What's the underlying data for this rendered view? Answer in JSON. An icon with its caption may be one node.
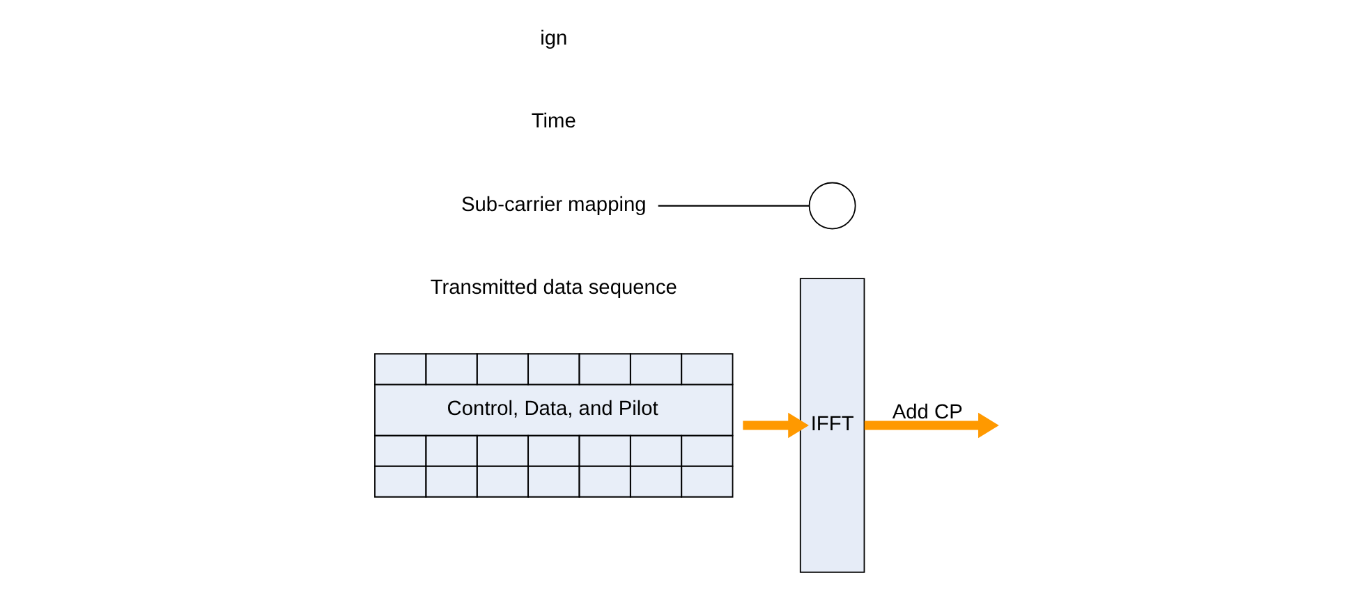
{
  "diagram": {
    "nodes": [
      {
        "text": [
          "Control, Data, and Pilot"
        ],
        "beside": [
          "Transmitted data sequence"
        ]
      },
      {
        "text": [],
        "shape": "circle"
      },
      {
        "text": [
          "IFFT"
        ]
      },
      {
        "text": [
          "Sub-carrier mapping"
        ]
      }
    ],
    "edges": [
      {
        "from": 0,
        "to": 2,
        "arrow": "to"
      },
      {
        "from": 2,
        "to": null,
        "arrow": "to",
        "label": "Add CP"
      },
      {
        "from": 3,
        "to": 1,
        "arrow": "none",
        "color": "#000000"
      }
    ],
    "labels": [
      "Time",
      "ign"
    ]
  }
}
